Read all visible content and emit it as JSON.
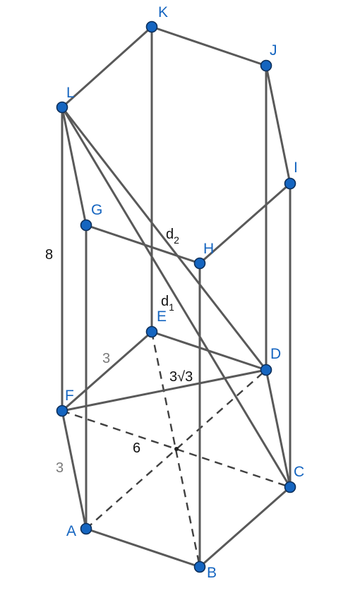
{
  "vertices": {
    "K": "K",
    "J": "J",
    "L": "L",
    "I": "I",
    "G": "G",
    "H": "H",
    "E": "E",
    "D": "D",
    "F": "F",
    "C": "C",
    "A": "A",
    "B": "B"
  },
  "measures": {
    "height": "8",
    "side_top": "3",
    "side_left": "3",
    "short_diag": "3√3",
    "long_diag": "6",
    "d1_base": "d",
    "d1_sub": "1",
    "d2_base": "d",
    "d2_sub": "2"
  },
  "colors": {
    "vertex_fill": "#1565c0",
    "vertex_label": "#1565c0",
    "edge": "#595959"
  }
}
